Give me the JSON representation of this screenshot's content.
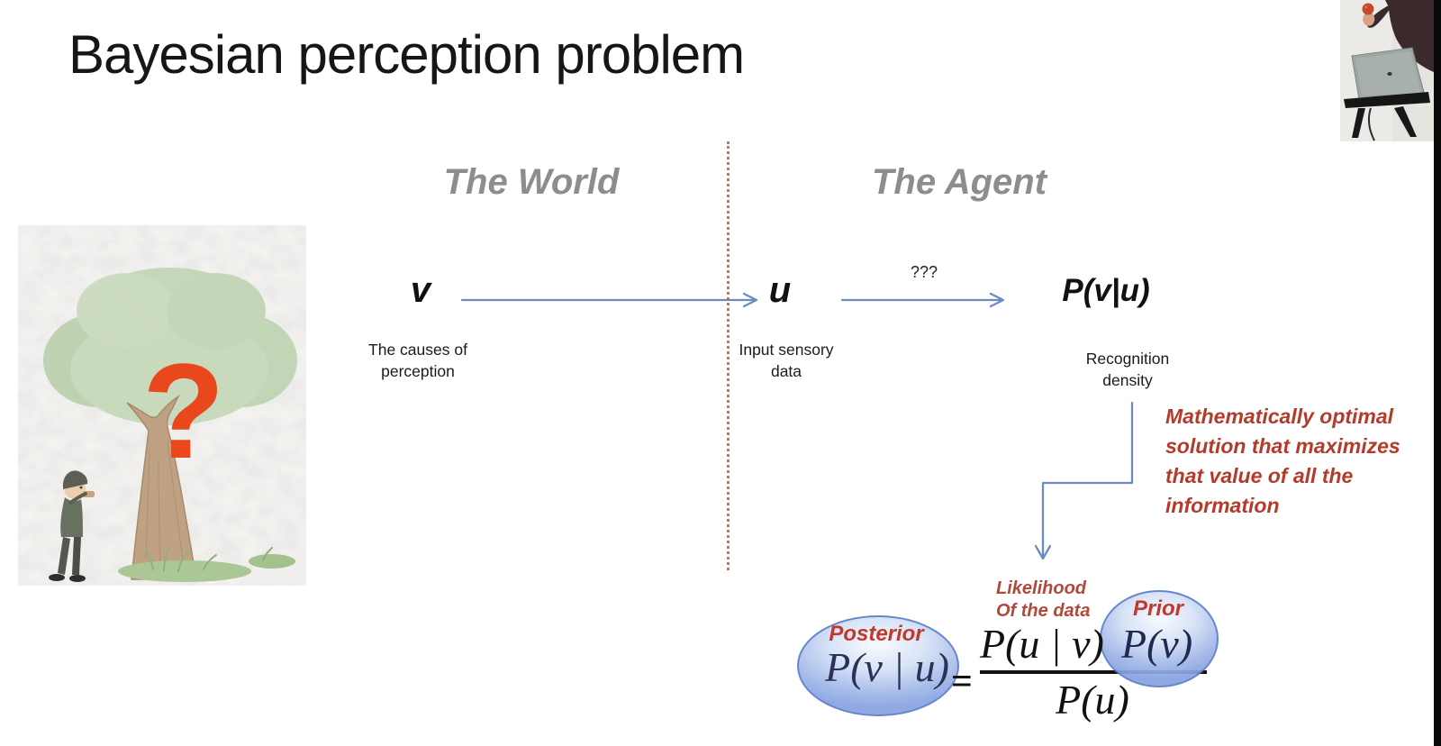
{
  "slide": {
    "title": "Bayesian perception problem",
    "columns": {
      "left_header": "The World",
      "right_header": "The Agent"
    },
    "flow": {
      "v_symbol": "v",
      "v_caption_line1": "The causes of",
      "v_caption_line2": "perception",
      "u_symbol": "u",
      "u_caption_line1": "Input sensory",
      "u_caption_line2": "data",
      "arrow2_label": "???",
      "recognition_symbol": "P(v|u)",
      "recognition_caption_line1": "Recognition",
      "recognition_caption_line2": "density"
    },
    "annotation": {
      "lines": [
        "Mathematically optimal",
        "solution that maximizes",
        "that value of all the",
        "information"
      ]
    },
    "formula": {
      "posterior_label": "Posterior",
      "lhs": "P(v | u)",
      "equals": "=",
      "likelihood_label_line1": "Likelihood",
      "likelihood_label_line2": "Of the data",
      "numerator_likelihood": "P(u | v)",
      "numerator_prior": "P(v)",
      "prior_label": "Prior",
      "denominator": "P(u)"
    },
    "illustration": {
      "question_mark": "?"
    },
    "colors": {
      "arrow_blue": "#6b8cbe",
      "divider_red": "#b5604c",
      "annotation_red": "#b43b2a",
      "formula_label_red": "#c0392b",
      "likelihood_label_red": "#b0493a",
      "ellipse_border_blue": "#5b7cc9",
      "question_mark_orange": "#e8481c",
      "header_gray": "#8d8d8d"
    }
  }
}
